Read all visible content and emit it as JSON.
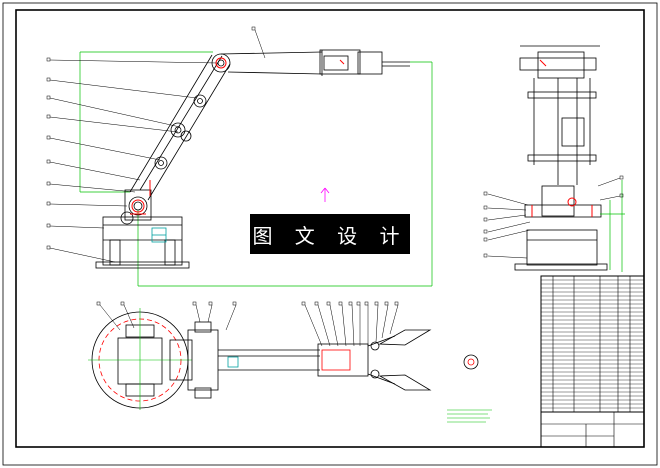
{
  "watermark": {
    "text": "图 文 设 计"
  },
  "colors": {
    "line": "#000000",
    "part_red": "#ff0000",
    "dimension_green": "#00c000",
    "highlight_magenta": "#ff00ff",
    "accent_cyan": "#00a0a0",
    "background": "#ffffff"
  },
  "views": [
    "front-elevation",
    "side-elevation",
    "top-plan",
    "title-block"
  ]
}
